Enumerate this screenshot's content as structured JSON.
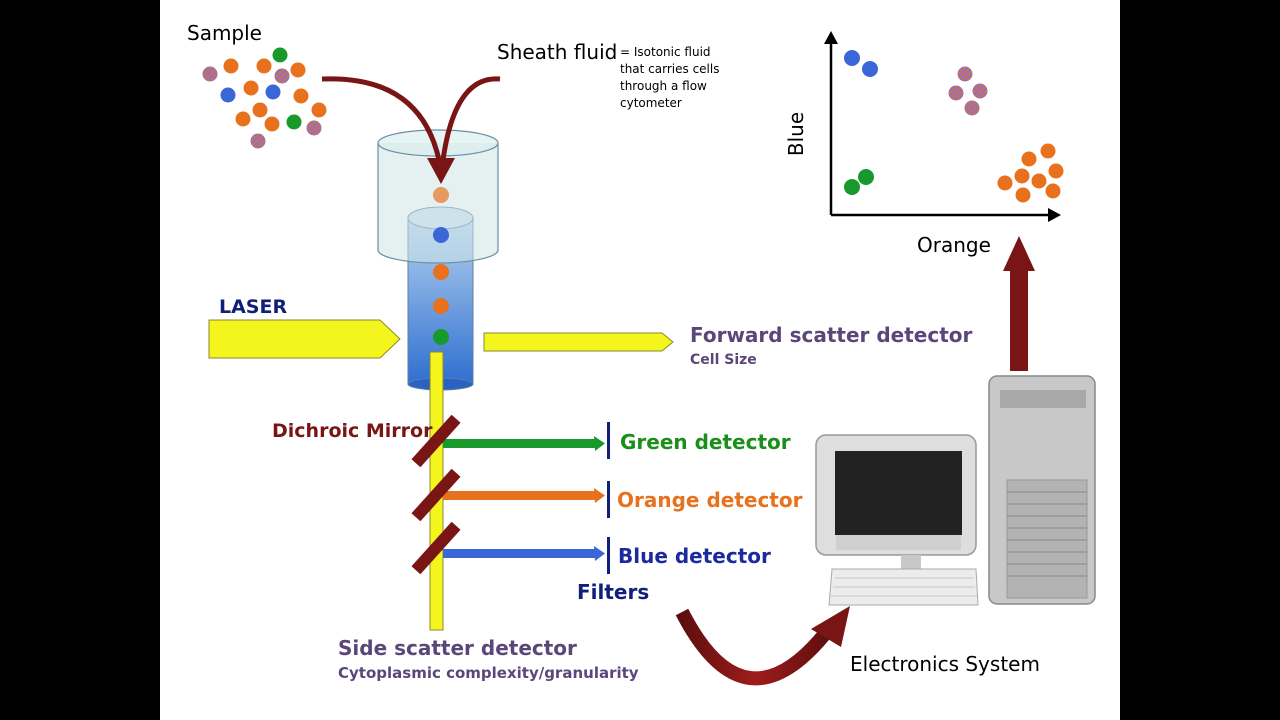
{
  "labels": {
    "sample": "Sample",
    "sheath_fluid": "Sheath fluid",
    "sheath_def": "= Isotonic fluid that carries cells through a flow cytometer",
    "laser": "LASER",
    "forward_scatter": "Forward scatter detector",
    "cell_size": "Cell Size",
    "dichroic_mirror": "Dichroic Mirror",
    "green_detector": "Green detector",
    "orange_detector": "Orange detector",
    "blue_detector": "Blue detector",
    "filters": "Filters",
    "side_scatter": "Side scatter detector",
    "cytoplasmic": "Cytoplasmic complexity/granularity",
    "electronics": "Electronics System",
    "plot_x": "Orange",
    "plot_y": "Blue"
  },
  "colors": {
    "orange": "#e8711e",
    "blue": "#3a66d8",
    "green": "#179a2b",
    "laser_yellow": "#f5f51e",
    "mirror": "#7a1515",
    "purple_text": "#5b4679"
  }
}
